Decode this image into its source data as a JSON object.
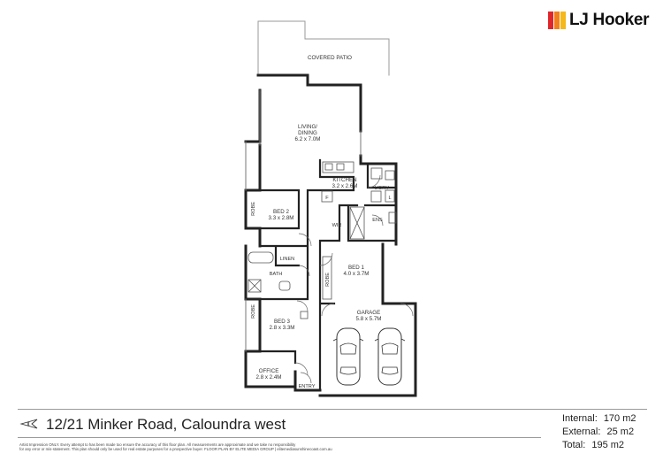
{
  "brand": {
    "name": "LJ Hooker",
    "colors": [
      "#e0262b",
      "#f07f1c",
      "#f6b81a"
    ]
  },
  "plan": {
    "rooms": [
      {
        "id": "covered-patio",
        "name": "COVERED PATIO",
        "dims": ""
      },
      {
        "id": "living-dining",
        "name": "LIVING/",
        "name2": "DINING",
        "dims": "6.2 x 7.0M"
      },
      {
        "id": "kitchen",
        "name": "KITCHEN",
        "dims": "3.2 x 2.6M"
      },
      {
        "id": "laundry",
        "name": "L'DRY",
        "dims": ""
      },
      {
        "id": "bed-2",
        "name": "BED 2",
        "dims": "3.3 x 2.8M"
      },
      {
        "id": "ensuite",
        "name": "ENS",
        "dims": ""
      },
      {
        "id": "wir",
        "name": "WIR",
        "dims": ""
      },
      {
        "id": "linen",
        "name": "LINEN",
        "dims": ""
      },
      {
        "id": "bed-1",
        "name": "BED 1",
        "dims": "4.0 x 3.7M"
      },
      {
        "id": "bath",
        "name": "BATH",
        "dims": ""
      },
      {
        "id": "garage",
        "name": "GARAGE",
        "dims": "5.8 x 5.7M"
      },
      {
        "id": "bed-3",
        "name": "BED 3",
        "dims": "2.8 x 3.3M"
      },
      {
        "id": "office",
        "name": "OFFICE",
        "dims": "2.8 x 2.4M"
      },
      {
        "id": "entry",
        "name": "ENTRY",
        "dims": ""
      }
    ],
    "robe_label": "ROBE",
    "fridge_label": "F",
    "laundry_tub_label": "L"
  },
  "footer": {
    "address": "12/21 Minker Road, Caloundra west",
    "internal_label": "Internal:",
    "internal_value": "170 m2",
    "external_label": "External:",
    "external_value": "25 m2",
    "total_label": "Total:",
    "total_value": "195 m2",
    "disclaimer_1": "Artist Impression ONLY. Every attempt to has been made too ensure the accuracy of this floor plan. All measurements are approximate and we take no responsibility",
    "disclaimer_2": "for any error or mis-statement. This plan should only be used for real estate purposes for a prospective buyer. FLOOR PLAN BY ELITE MEDIA GROUP | elitemediasunshinecoast.com.au"
  }
}
